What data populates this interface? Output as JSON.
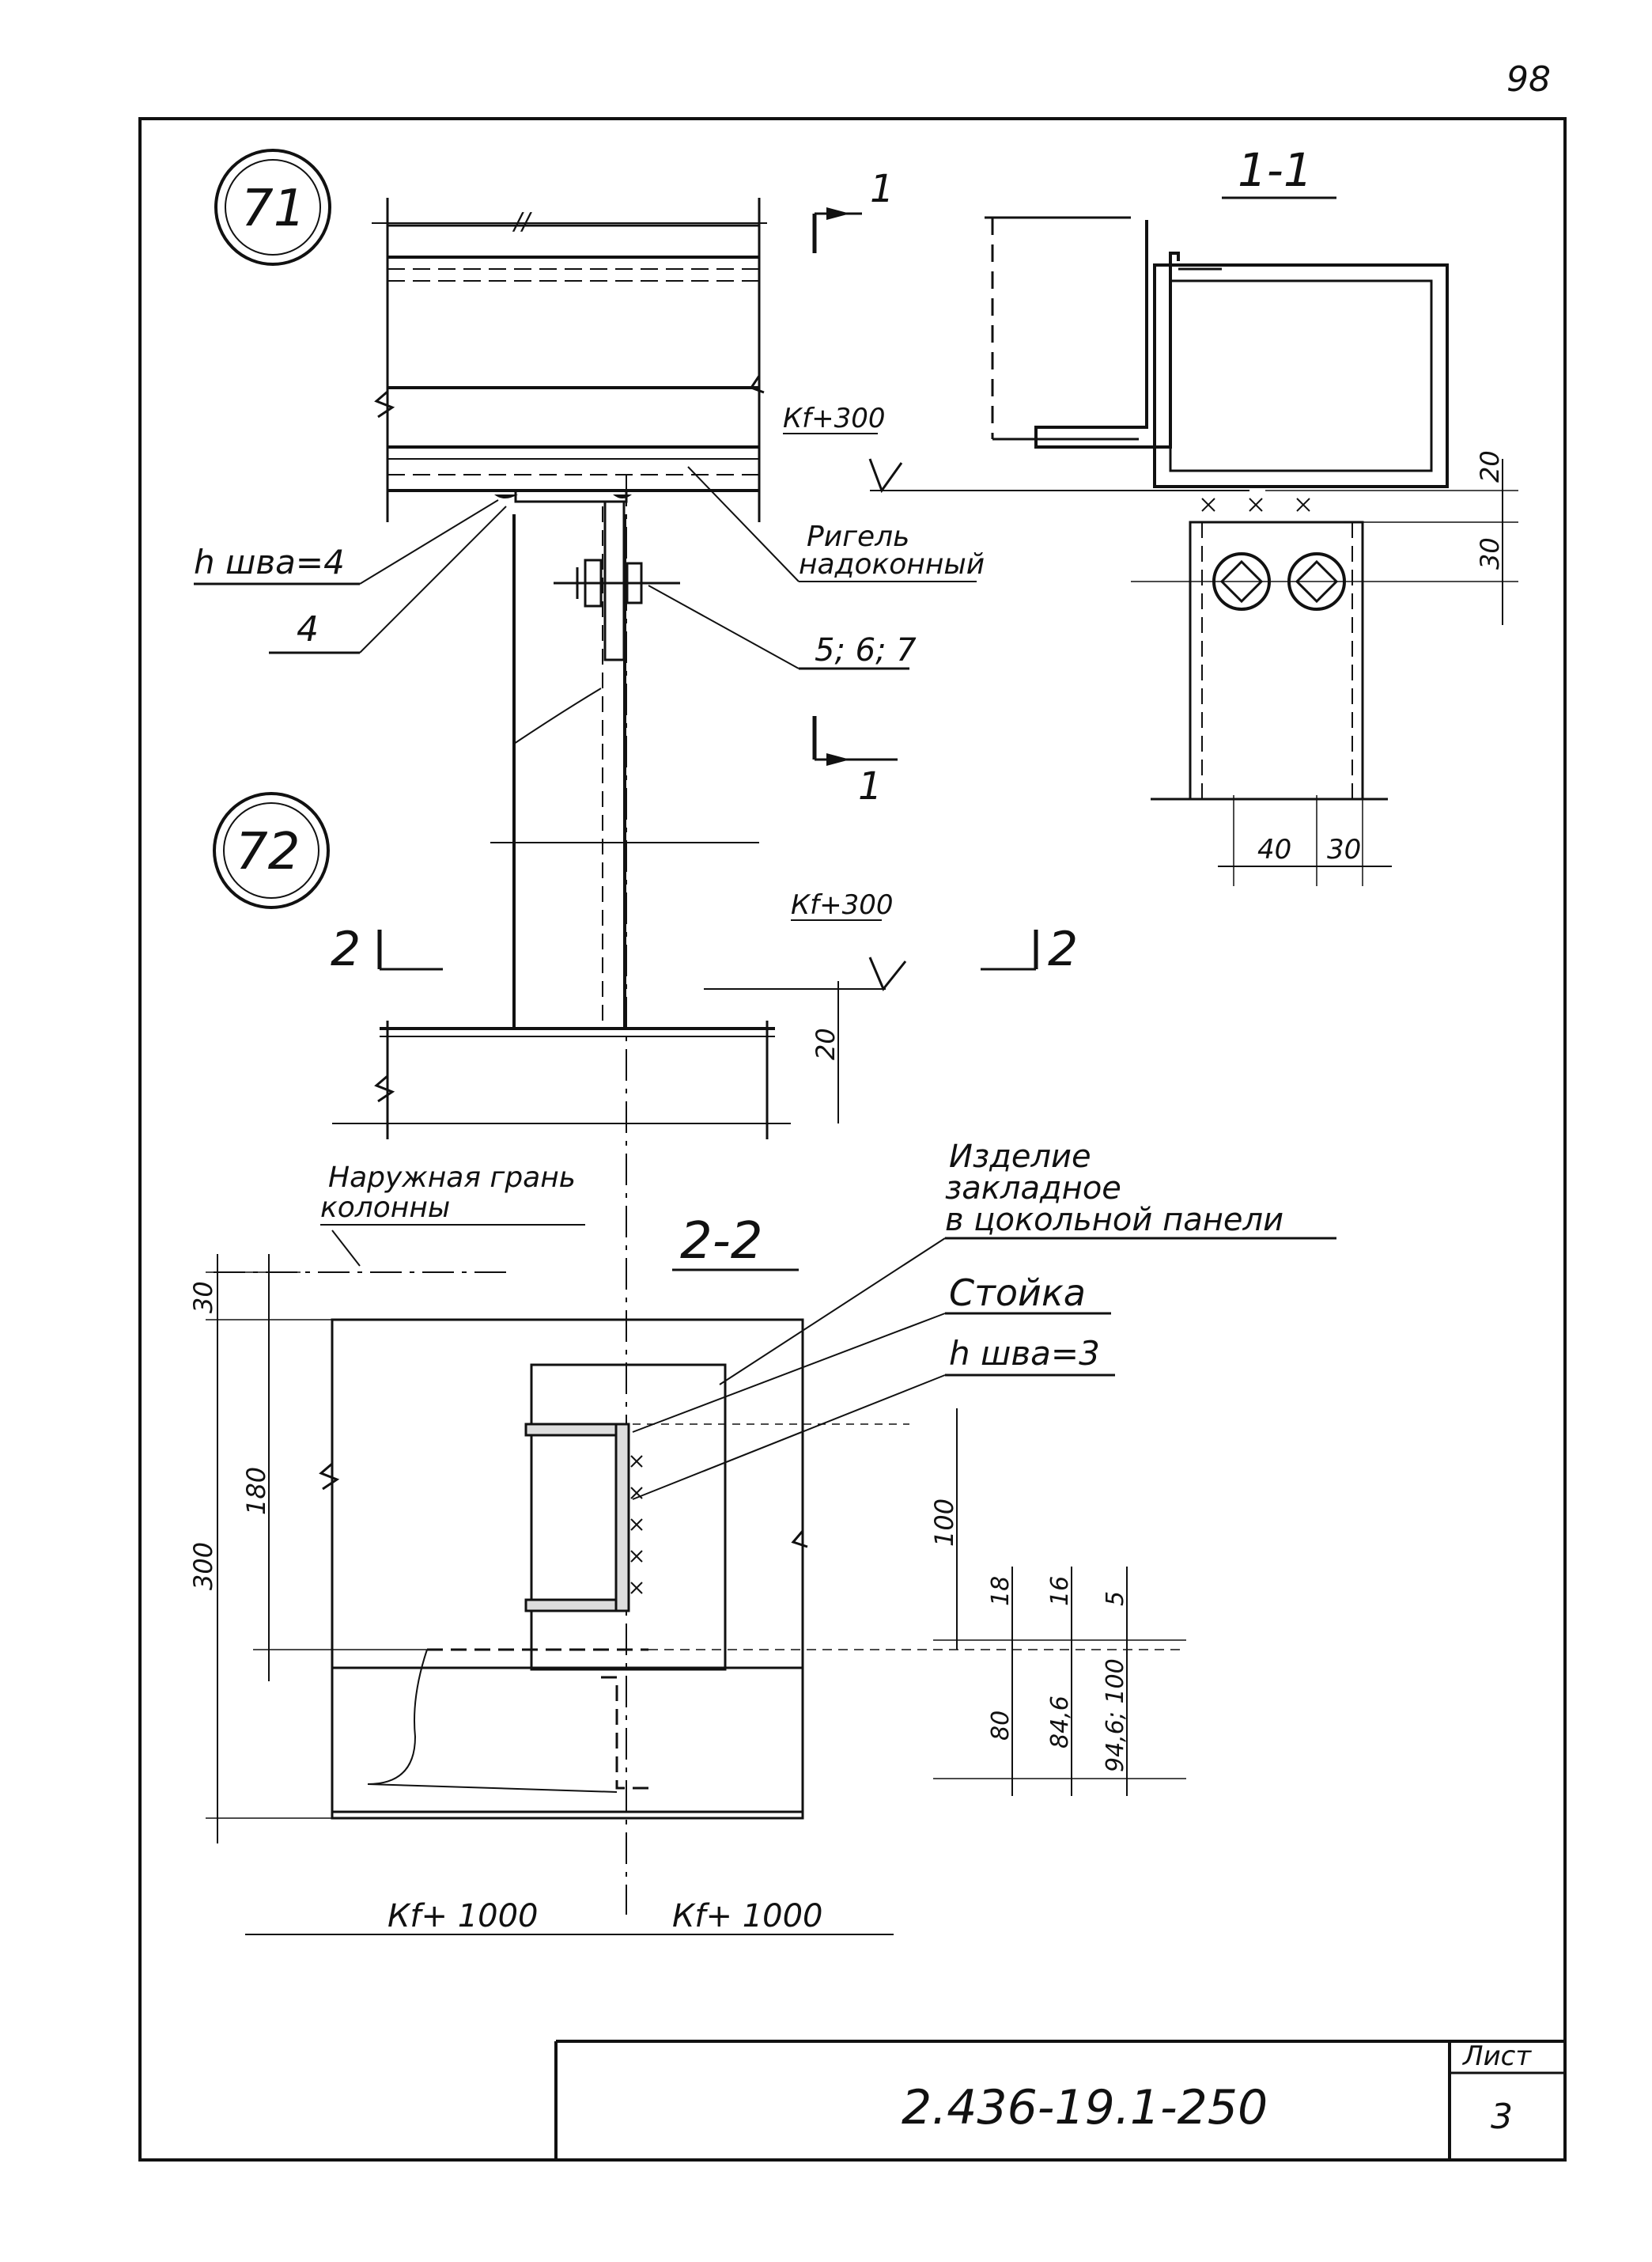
{
  "sheet": {
    "page_number": "98",
    "document_code": "2.436-19.1-250",
    "sheet_label": "Лист",
    "sheet_number": "3"
  },
  "node71": {
    "marker": "71",
    "section_mark": "1",
    "level": "Кf+300",
    "weld_label": "h шва=4",
    "part_ref": "4",
    "bolt_refs": "5; 6; 7",
    "rail_label_line1": "Ригель",
    "rail_label_line2": "надоконный",
    "break": "∕∕"
  },
  "section11": {
    "title": "1-1",
    "dim_20": "20",
    "dim_30": "30",
    "dim_40": "40",
    "dim_30b": "30"
  },
  "node72": {
    "marker": "72",
    "level": "Кf+300",
    "section_mark": "2",
    "dim_20": "20"
  },
  "section22": {
    "title": "2-2",
    "label_outer_face_line1": "Наружная грань",
    "label_outer_face_line2": "колонны",
    "label_embed_line1": "Изделие",
    "label_embed_line2": "закладное",
    "label_embed_line3": "в цокольной панели",
    "label_post": "Стойка",
    "label_weld": "h шва=3",
    "dim_30": "30",
    "dim_180": "180",
    "dim_300": "300",
    "dim_100": "100",
    "dim_18a": "18",
    "dim_16": "16",
    "dim_5": "5",
    "dim_80": "80",
    "dim_84": "84,6",
    "dim_94": "94,6; 100",
    "level_left": "Кf+ 1000",
    "level_right": "Кf+ 1000"
  }
}
